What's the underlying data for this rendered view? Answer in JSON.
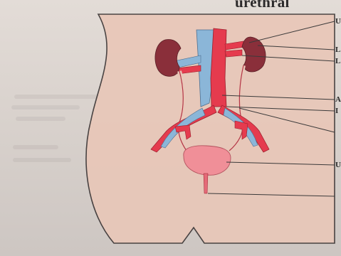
{
  "page": {
    "heading_fragment": "urethral",
    "labels": [
      "U",
      "L",
      "L",
      "A",
      "I",
      "",
      "U",
      ""
    ]
  },
  "colors": {
    "artery": "#e53b4e",
    "vein": "#8bb6d8",
    "kidney": "#8a2f3a",
    "bladder": "#f08f98",
    "skin": "#e9c7b8",
    "leader": "#3b3a3a"
  }
}
